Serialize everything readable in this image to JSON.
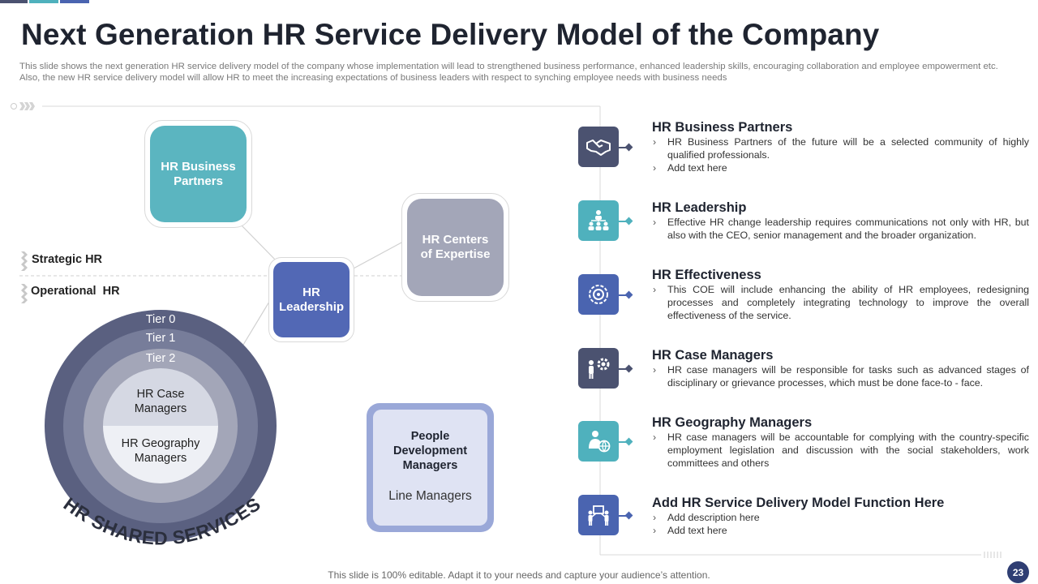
{
  "title": "Next Generation HR Service Delivery Model of the Company",
  "subtitle": "This slide shows the next generation HR service delivery model of the company whose implementation will lead to strengthened business performance, enhanced leadership skills, encouraging collaboration and employee empowerment etc. Also, the new HR service delivery model will allow HR to meet the increasing expectations of business leaders with respect to synching employee needs with business needs",
  "labels": {
    "strategic": "Strategic HR",
    "operational": "Operational  HR"
  },
  "boxes": {
    "business_partners": "HR Business Partners",
    "centers": "HR Centers of Expertise",
    "leadership": "HR Leadership"
  },
  "circle": {
    "tier0": "Tier 0",
    "tier1": "Tier 1",
    "tier2": "Tier 2",
    "case_managers": "HR Case Managers",
    "geography_managers": "HR Geography Managers",
    "arc_text": "HR SHARED SERVICES"
  },
  "people_dev": {
    "title": "People Development Managers",
    "sub": "Line Managers"
  },
  "items": [
    {
      "title": "HR Business Partners",
      "icon": "handshake-icon",
      "color": "#4b5270",
      "bullets": [
        "HR Business Partners of the future will be a selected community of highly qualified  professionals.",
        "Add text here"
      ]
    },
    {
      "title": "HR Leadership",
      "icon": "org-chart-icon",
      "color": "#4fb1bd",
      "bullets": [
        "Effective HR change leadership requires communications not only with HR, but also with the CEO, senior management  and the broader organization."
      ]
    },
    {
      "title": "HR Effectiveness",
      "icon": "gears-icon",
      "color": "#4a64b0",
      "bullets": [
        "This COE will include enhancing the ability of HR employees, redesigning processes and completely integrating technology to improve  the overall effectiveness  of the service."
      ]
    },
    {
      "title": "HR Case Managers",
      "icon": "person-gear-icon",
      "color": "#4b5270",
      "bullets": [
        "HR case managers will be responsible for tasks such as advanced  stages of disciplinary or grievance  processes, which must be done face-to - face."
      ]
    },
    {
      "title": "HR Geography Managers",
      "icon": "person-globe-icon",
      "color": "#4fb1bd",
      "bullets": [
        "HR case managers will be accountable for complying with the country-specific employment legislation and discussion with the social stakeholders, work committees and others"
      ]
    },
    {
      "title": "Add HR Service Delivery Model Function Here",
      "icon": "people-board-icon",
      "color": "#4a64b0",
      "bullets": [
        "Add description here",
        "Add text here"
      ]
    }
  ],
  "footer": "This slide is 100% editable. Adapt it to your needs and capture your audience’s attention.",
  "page_number": "23",
  "colors": {
    "dark": "#4b5270",
    "teal": "#4fb1bd",
    "blue": "#4a64b0",
    "grey": "#a3a6b8",
    "navy": "#2f3e73"
  }
}
